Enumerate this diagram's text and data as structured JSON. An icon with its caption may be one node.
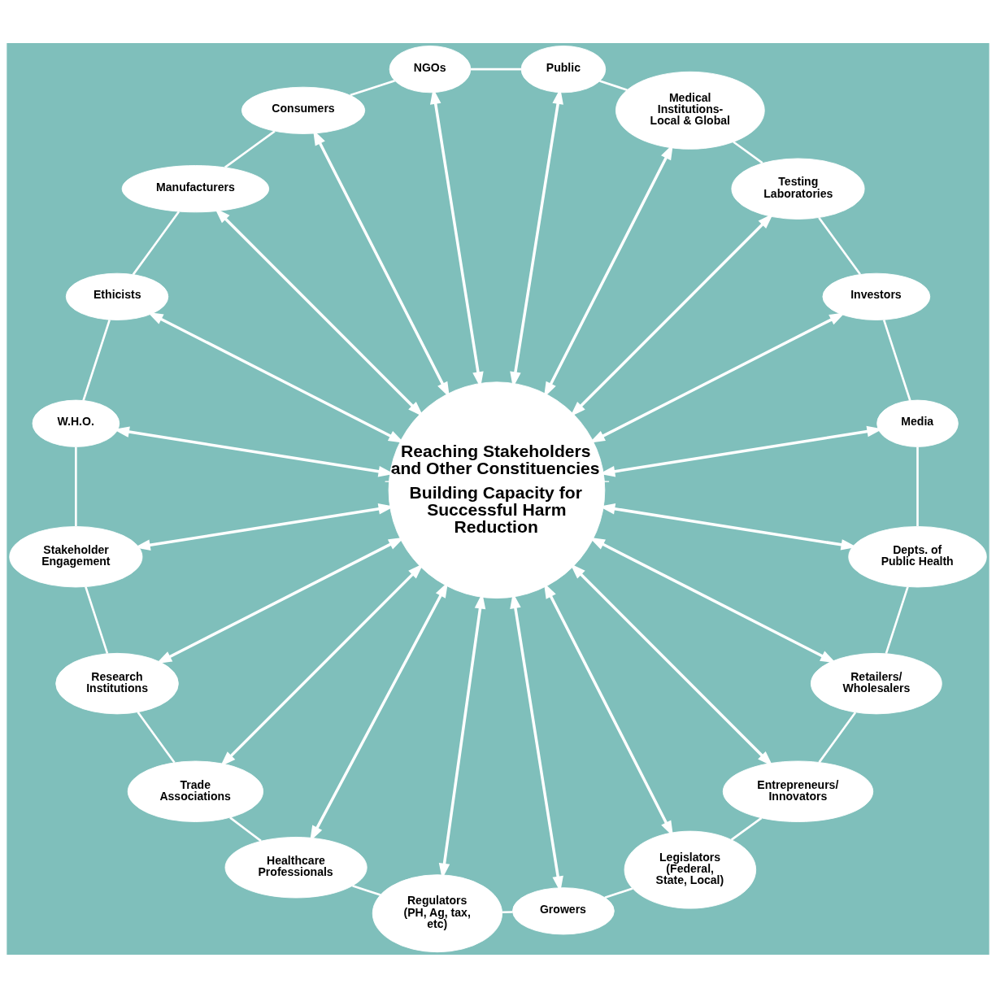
{
  "diagram": {
    "nodes": [
      {
        "text": [
          "Reaching Stakeholders and Other Constituencies",
          "Building Capacity for Successful Harm Reduction"
        ]
      },
      {
        "text": [
          "Media"
        ]
      },
      {
        "text": [
          "Investors"
        ]
      },
      {
        "text": [
          "Testing Laboratories"
        ]
      },
      {
        "text": [
          "Medical Institutions- Local & Global"
        ]
      },
      {
        "text": [
          "Public"
        ]
      },
      {
        "text": [
          "NGOs"
        ]
      },
      {
        "text": [
          "Consumers"
        ]
      },
      {
        "text": [
          "Manufacturers"
        ]
      },
      {
        "text": [
          "Ethicists"
        ]
      },
      {
        "text": [
          "W.H.O."
        ]
      },
      {
        "text": [
          "Stakeholder Engagement"
        ]
      },
      {
        "text": [
          "Research Institutions"
        ]
      },
      {
        "text": [
          "Trade Associations"
        ]
      },
      {
        "text": [
          "Healthcare Professionals"
        ]
      },
      {
        "text": [
          "Regulators (PH, Ag, tax, etc)"
        ]
      },
      {
        "text": [
          "Growers"
        ]
      },
      {
        "text": [
          "Legislators (Federal, State, Local)"
        ]
      },
      {
        "text": [
          "Entrepreneurs/ Innovators"
        ]
      },
      {
        "text": [
          "Retailers/ Wholesalers"
        ]
      },
      {
        "text": [
          "Depts. of Public Health"
        ]
      }
    ],
    "edges": [
      {
        "from": 0,
        "to": 1,
        "arrow": "both"
      },
      {
        "from": 0,
        "to": 2,
        "arrow": "both"
      },
      {
        "from": 0,
        "to": 3,
        "arrow": "both"
      },
      {
        "from": 0,
        "to": 4,
        "arrow": "both"
      },
      {
        "from": 0,
        "to": 5,
        "arrow": "both"
      },
      {
        "from": 0,
        "to": 6,
        "arrow": "both"
      },
      {
        "from": 0,
        "to": 7,
        "arrow": "both"
      },
      {
        "from": 0,
        "to": 8,
        "arrow": "both"
      },
      {
        "from": 0,
        "to": 9,
        "arrow": "both"
      },
      {
        "from": 0,
        "to": 10,
        "arrow": "both"
      },
      {
        "from": 0,
        "to": 11,
        "arrow": "both"
      },
      {
        "from": 0,
        "to": 12,
        "arrow": "both"
      },
      {
        "from": 0,
        "to": 13,
        "arrow": "both"
      },
      {
        "from": 0,
        "to": 14,
        "arrow": "both"
      },
      {
        "from": 0,
        "to": 15,
        "arrow": "both"
      },
      {
        "from": 0,
        "to": 16,
        "arrow": "both"
      },
      {
        "from": 0,
        "to": 17,
        "arrow": "both"
      },
      {
        "from": 0,
        "to": 18,
        "arrow": "both"
      },
      {
        "from": 0,
        "to": 19,
        "arrow": "both"
      },
      {
        "from": 0,
        "to": 20,
        "arrow": "both"
      },
      {
        "from": 1,
        "to": 2,
        "arrow": "none"
      },
      {
        "from": 2,
        "to": 3,
        "arrow": "none"
      },
      {
        "from": 3,
        "to": 4,
        "arrow": "none"
      },
      {
        "from": 4,
        "to": 5,
        "arrow": "none"
      },
      {
        "from": 5,
        "to": 6,
        "arrow": "none"
      },
      {
        "from": 6,
        "to": 7,
        "arrow": "none"
      },
      {
        "from": 7,
        "to": 8,
        "arrow": "none"
      },
      {
        "from": 8,
        "to": 9,
        "arrow": "none"
      },
      {
        "from": 9,
        "to": 10,
        "arrow": "none"
      },
      {
        "from": 10,
        "to": 11,
        "arrow": "none"
      },
      {
        "from": 11,
        "to": 12,
        "arrow": "none"
      },
      {
        "from": 12,
        "to": 13,
        "arrow": "none"
      },
      {
        "from": 13,
        "to": 14,
        "arrow": "none"
      },
      {
        "from": 14,
        "to": 15,
        "arrow": "none"
      },
      {
        "from": 15,
        "to": 16,
        "arrow": "none"
      },
      {
        "from": 16,
        "to": 17,
        "arrow": "none"
      },
      {
        "from": 17,
        "to": 18,
        "arrow": "none"
      },
      {
        "from": 18,
        "to": 19,
        "arrow": "none"
      },
      {
        "from": 19,
        "to": 20,
        "arrow": "none"
      },
      {
        "from": 20,
        "to": 1,
        "arrow": "none"
      }
    ]
  }
}
